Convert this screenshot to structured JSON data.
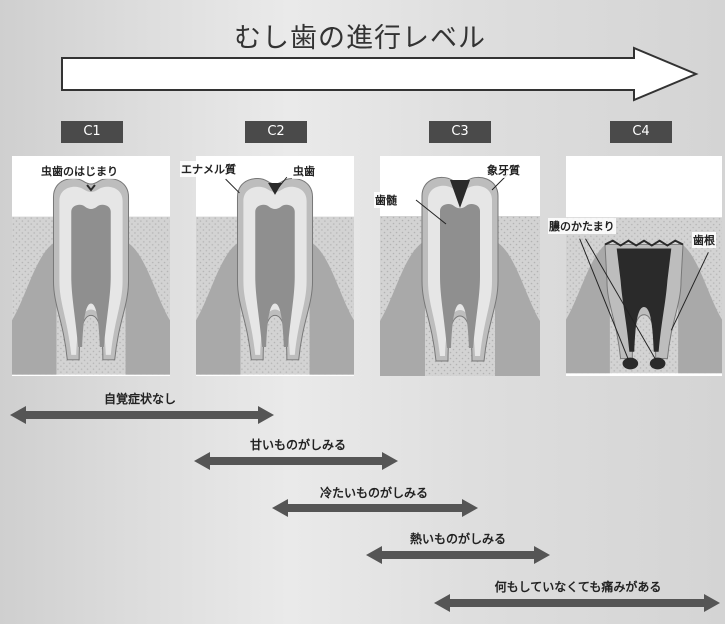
{
  "title": "むし歯の進行レベル",
  "stages": [
    {
      "code": "C1",
      "labels": [
        "虫歯のはじまり"
      ]
    },
    {
      "code": "C2",
      "labels": [
        "エナメル質",
        "虫歯"
      ]
    },
    {
      "code": "C3",
      "labels": [
        "象牙質",
        "歯髄"
      ]
    },
    {
      "code": "C4",
      "labels": [
        "膿のかたまり",
        "歯根"
      ]
    }
  ],
  "symptoms": [
    {
      "text": "自覚症状なし",
      "from": "C1",
      "to": "C2"
    },
    {
      "text": "甘いものがしみる",
      "from": "C2",
      "to": "C3"
    },
    {
      "text": "冷たいものがしみる",
      "from": "C2",
      "to": "C3"
    },
    {
      "text": "熱いものがしみる",
      "from": "C3",
      "to": "C4"
    },
    {
      "text": "何もしていなくても痛みがある",
      "from": "C3",
      "to": "C4"
    }
  ],
  "colors": {
    "arrow_dark": "#555555",
    "enamel": "#bdbdbd",
    "dentin": "#e6e6e6",
    "pulp": "#8f8f8f",
    "gum": "#a9a9a9",
    "bone": "#d6d6d6",
    "decay": "#2a2a2a"
  }
}
